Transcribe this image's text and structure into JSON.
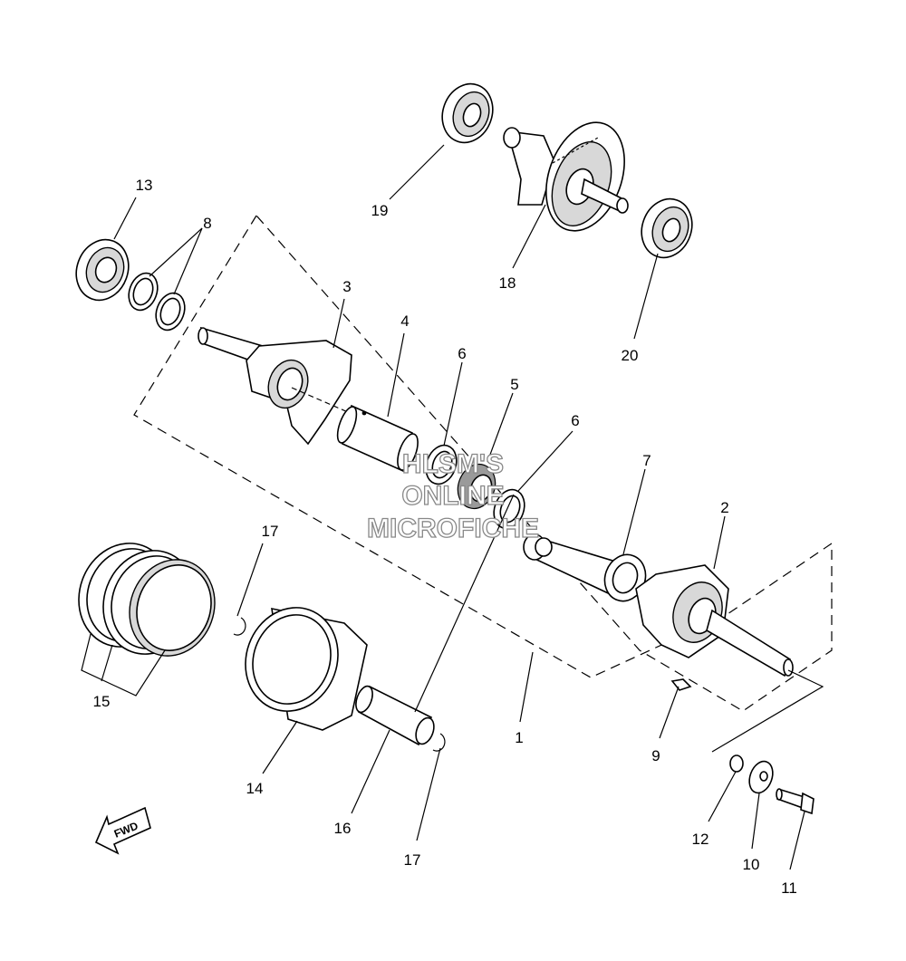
{
  "parts": [
    {
      "id": "1",
      "label": "1"
    },
    {
      "id": "2",
      "label": "2"
    },
    {
      "id": "3",
      "label": "3"
    },
    {
      "id": "4",
      "label": "4"
    },
    {
      "id": "5",
      "label": "5"
    },
    {
      "id": "6a",
      "label": "6"
    },
    {
      "id": "6b",
      "label": "6"
    },
    {
      "id": "7",
      "label": "7"
    },
    {
      "id": "8",
      "label": "8"
    },
    {
      "id": "9",
      "label": "9"
    },
    {
      "id": "10",
      "label": "10"
    },
    {
      "id": "11",
      "label": "11"
    },
    {
      "id": "12",
      "label": "12"
    },
    {
      "id": "13",
      "label": "13"
    },
    {
      "id": "14",
      "label": "14"
    },
    {
      "id": "15",
      "label": "15"
    },
    {
      "id": "16",
      "label": "16"
    },
    {
      "id": "17a",
      "label": "17"
    },
    {
      "id": "17b",
      "label": "17"
    },
    {
      "id": "18",
      "label": "18"
    },
    {
      "id": "19",
      "label": "19"
    },
    {
      "id": "20",
      "label": "20"
    }
  ],
  "watermark": {
    "line1": "HLSM'S",
    "line2": "ONLINE",
    "line3": "MICROFICHE"
  },
  "fwd_label": "FWD"
}
